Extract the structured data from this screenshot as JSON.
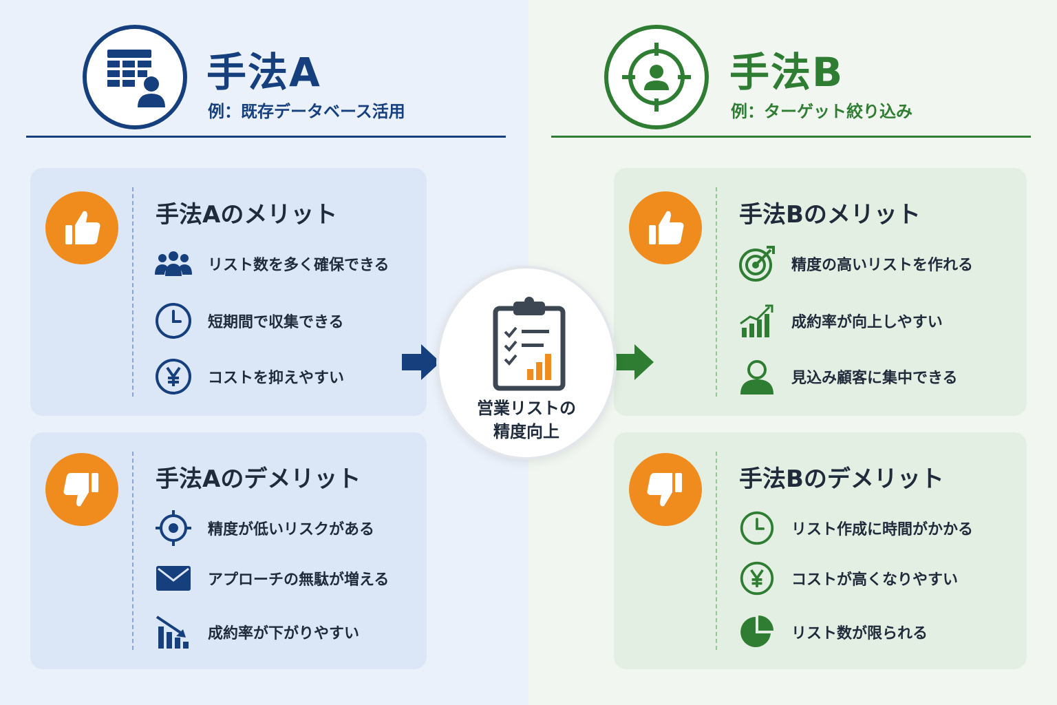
{
  "colors": {
    "blue": "#163f7e",
    "green": "#2e7d32",
    "orange": "#f08c1e"
  },
  "method_a": {
    "title": "手法A",
    "subtitle": "例：既存データベース活用",
    "header_icon": "database-user-icon",
    "merit": {
      "title": "手法Aのメリット",
      "items": [
        {
          "icon": "group-icon",
          "text": "リスト数を多く確保できる"
        },
        {
          "icon": "clock-icon",
          "text": "短期間で収集できる"
        },
        {
          "icon": "yen-icon",
          "text": "コストを抑えやすい"
        }
      ]
    },
    "demerit": {
      "title": "手法Aのデメリット",
      "items": [
        {
          "icon": "crosshair-icon",
          "text": "精度が低いリスクがある"
        },
        {
          "icon": "mail-icon",
          "text": "アプローチの無駄が増える"
        },
        {
          "icon": "declining-chart-icon",
          "text": "成約率が下がりやすい"
        }
      ]
    }
  },
  "method_b": {
    "title": "手法B",
    "subtitle": "例：ターゲット絞り込み",
    "header_icon": "target-user-icon",
    "merit": {
      "title": "手法Bのメリット",
      "items": [
        {
          "icon": "target-arrow-icon",
          "text": "精度の高いリストを作れる"
        },
        {
          "icon": "growth-chart-icon",
          "text": "成約率が向上しやすい"
        },
        {
          "icon": "user-icon",
          "text": "見込み顧客に集中できる"
        }
      ]
    },
    "demerit": {
      "title": "手法Bのデメリット",
      "items": [
        {
          "icon": "clock-icon",
          "text": "リスト作成に時間がかかる"
        },
        {
          "icon": "yen-icon",
          "text": "コストが高くなりやすい"
        },
        {
          "icon": "pie-chart-icon",
          "text": "リスト数が限られる"
        }
      ]
    }
  },
  "center": {
    "icon": "clipboard-checklist-icon",
    "line1": "営業リストの",
    "line2": "精度向上"
  }
}
